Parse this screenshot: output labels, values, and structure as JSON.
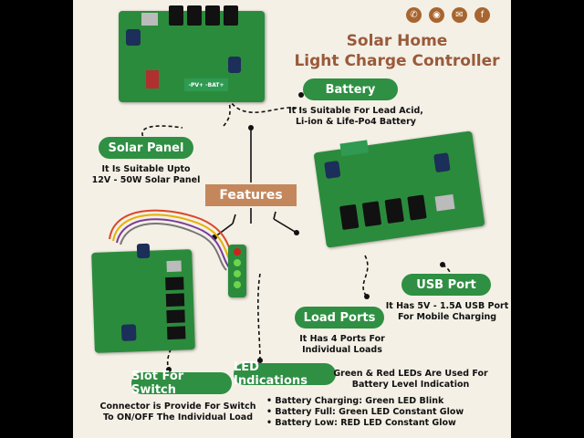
{
  "title": {
    "line1": "Solar Home",
    "line2": "Light Charge Controller"
  },
  "social": [
    "whatsapp-icon",
    "instagram-icon",
    "mail-icon",
    "facebook-icon"
  ],
  "features_label": "Features",
  "battery": {
    "label": "Battery",
    "desc1": "It Is Suitable For Lead Acid,",
    "desc2": "Li-ion & Life-Po4 Battery"
  },
  "solar_panel": {
    "label": "Solar Panel",
    "desc1": "It Is Suitable Upto",
    "desc2": "12V -  50W Solar Panel"
  },
  "usb_port": {
    "label": "USB Port",
    "desc1": "It Has 5V - 1.5A USB Port",
    "desc2": "For Mobile Charging"
  },
  "load_ports": {
    "label": "Load Ports",
    "desc1": "It Has 4 Ports For",
    "desc2": "Individual Loads"
  },
  "led": {
    "label": "LED Indications",
    "desc1": "Green & Red LEDs Are Used For",
    "desc2": "Battery Level Indication"
  },
  "slot": {
    "label": "Slot For Switch",
    "desc1": "Connector is Provide For Switch",
    "desc2": "To ON/OFF The Individual Load"
  },
  "bullets": [
    "Battery Charging: Green LED Blink",
    "Battery Full: Green LED Constant Glow",
    "Battery Low: RED LED Constant Glow"
  ],
  "terminal_text": "-PV+ -BAT+",
  "colors": {
    "brand_brown": "#9a5a3a",
    "pill_green": "#2f8f43",
    "pcb_green": "#2b8b3c",
    "feature_tan": "#c4875c"
  }
}
